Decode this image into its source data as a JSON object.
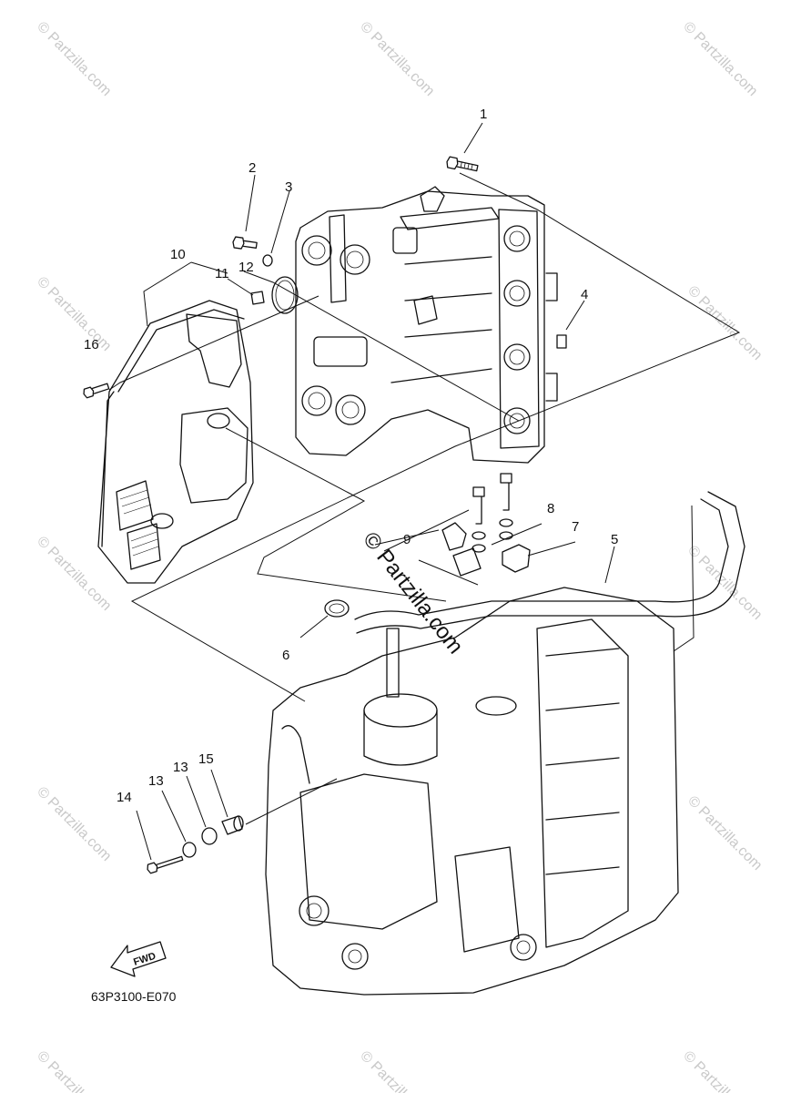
{
  "diagram_code": "63P3100-E070",
  "fwd_label": "FWD",
  "center_watermark": "© Partzilla.com",
  "corner_watermark": "© Partzilla.com",
  "callouts": [
    "1",
    "2",
    "3",
    "4",
    "5",
    "6",
    "7",
    "8",
    "9",
    "10",
    "11",
    "12",
    "13",
    "13",
    "14",
    "15",
    "16"
  ]
}
